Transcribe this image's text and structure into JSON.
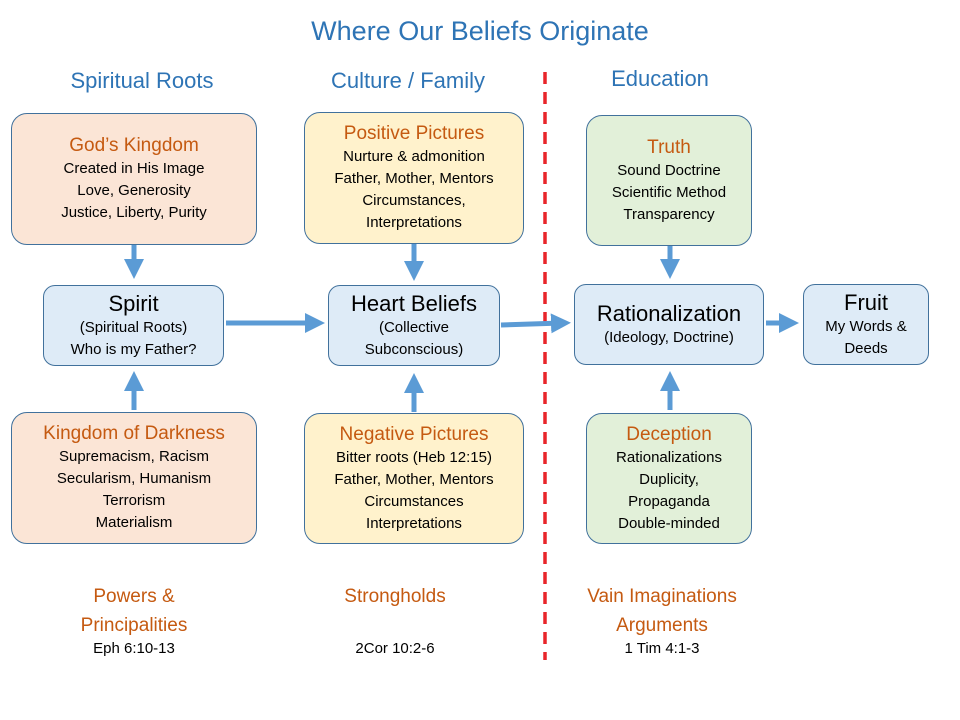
{
  "title": "Where Our Beliefs Originate",
  "columns": {
    "spiritual_roots": "Spiritual Roots",
    "culture_family": "Culture / Family",
    "education": "Education"
  },
  "boxes": {
    "gods_kingdom": {
      "title": "God’s Kingdom",
      "lines": [
        "Created in His Image",
        "Love, Generosity",
        "Justice, Liberty, Purity"
      ]
    },
    "positive_pictures": {
      "title": "Positive Pictures",
      "lines": [
        "Nurture & admonition",
        "Father, Mother, Mentors",
        "Circumstances,",
        "Interpretations"
      ]
    },
    "truth": {
      "title": "Truth",
      "lines": [
        "Sound Doctrine",
        "Scientific Method",
        "Transparency"
      ]
    },
    "spirit": {
      "title": "Spirit",
      "lines": [
        "(Spiritual Roots)",
        "Who is my Father?"
      ]
    },
    "heart_beliefs": {
      "title": "Heart Beliefs",
      "lines": [
        "(Collective",
        "Subconscious)"
      ]
    },
    "rationalization": {
      "title": "Rationalization",
      "lines": [
        "(Ideology, Doctrine)"
      ]
    },
    "fruit": {
      "title": "Fruit",
      "lines": [
        "My Words &",
        "Deeds"
      ]
    },
    "kingdom_of_darkness": {
      "title": "Kingdom of Darkness",
      "lines": [
        "Supremacism, Racism",
        "Secularism, Humanism",
        "Terrorism",
        "Materialism"
      ]
    },
    "negative_pictures": {
      "title": "Negative Pictures",
      "lines": [
        "Bitter roots (Heb 12:15)",
        "Father, Mother, Mentors",
        "Circumstances",
        "Interpretations"
      ]
    },
    "deception": {
      "title": "Deception",
      "lines": [
        "Rationalizations",
        "Duplicity,",
        "Propaganda",
        "Double-minded"
      ]
    }
  },
  "bottom": {
    "powers": {
      "lines": [
        "Powers &",
        "Principalities"
      ],
      "ref": "Eph 6:10-13"
    },
    "strongholds": {
      "lines": [
        "Strongholds"
      ],
      "ref": "2Cor 10:2-6"
    },
    "vain": {
      "lines": [
        "Vain Imaginations",
        "Arguments"
      ],
      "ref": "1 Tim 4:1-3"
    }
  },
  "colors": {
    "heading_blue": "#2e74b5",
    "orange_text": "#c55a11",
    "arrow_blue": "#5b9bd5",
    "divider_red": "#e8252a",
    "border_blue": "#41719c"
  }
}
